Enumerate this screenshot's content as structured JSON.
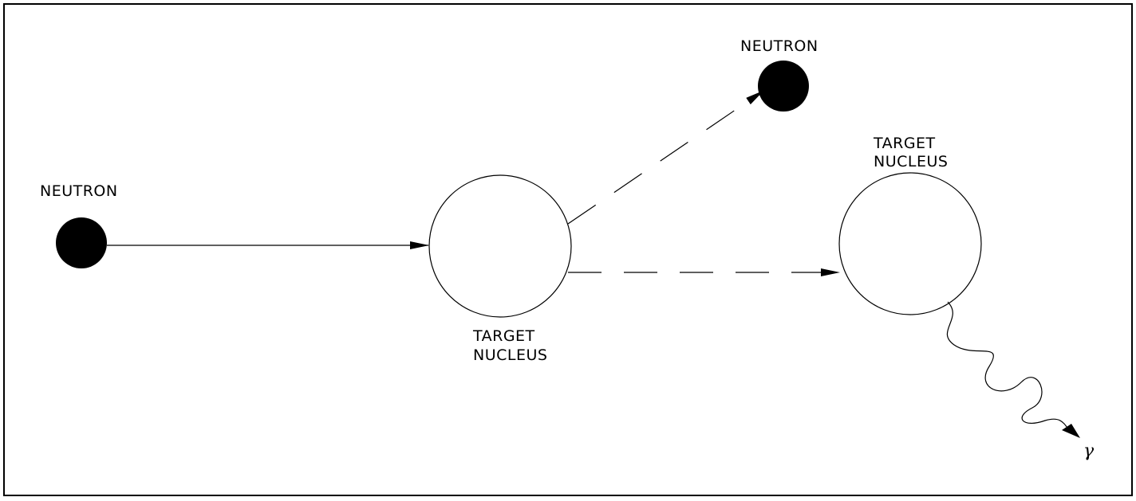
{
  "diagram": {
    "labels": {
      "incident_neutron": "NEUTRON",
      "scattered_neutron": "NEUTRON",
      "target_nucleus_1_line1": "TARGET",
      "target_nucleus_1_line2": "NUCLEUS",
      "target_nucleus_2_line1": "TARGET",
      "target_nucleus_2_line2": "NUCLEUS",
      "gamma": "γ"
    }
  }
}
